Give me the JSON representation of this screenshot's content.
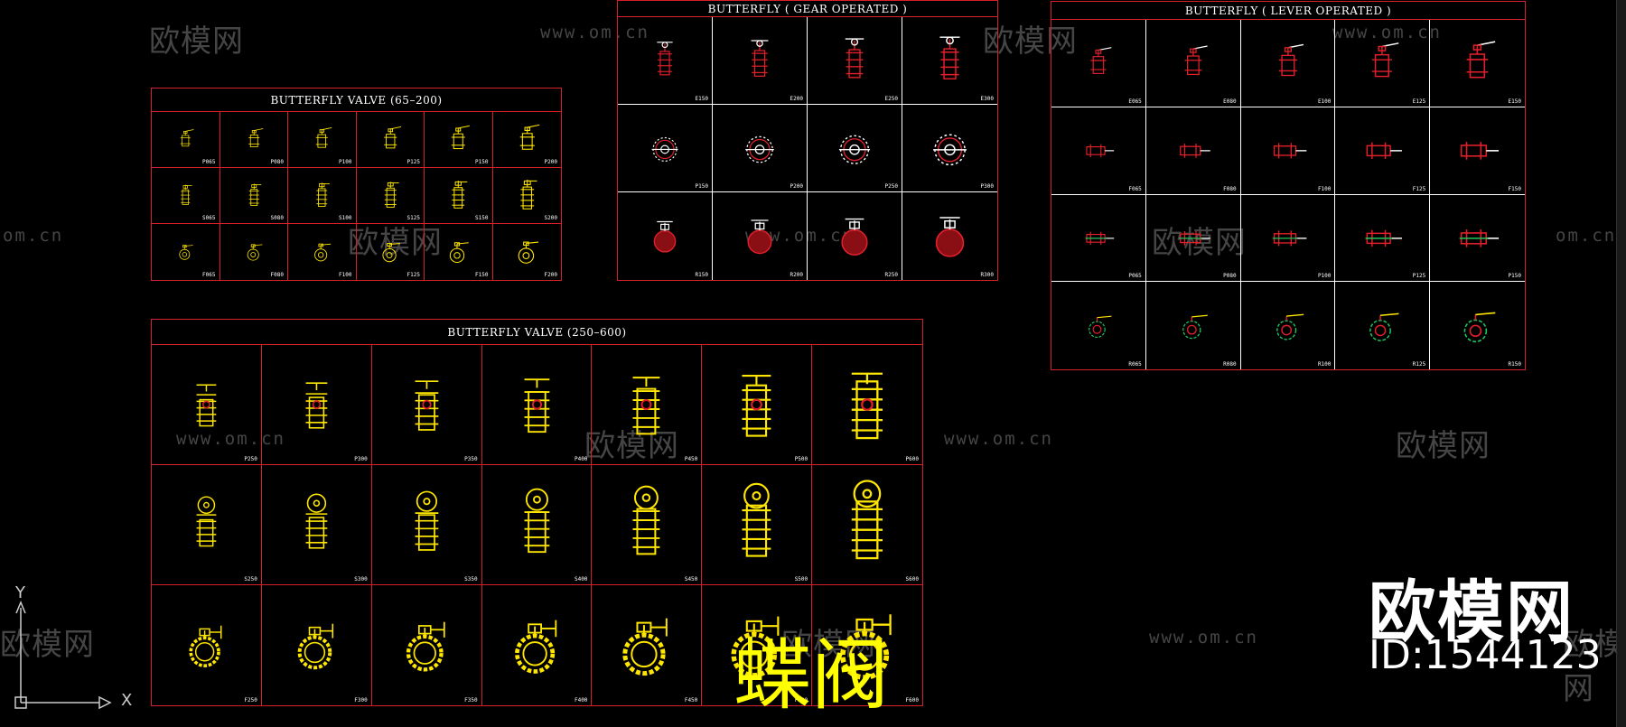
{
  "colors": {
    "background": "#000000",
    "frame": "#d8202a",
    "yellow_symbol": "#ffe600",
    "red_symbol": "#e0202a",
    "white_line": "#ffffff",
    "watermark": "#7f7f7f"
  },
  "grids": {
    "bv_small": {
      "title": "BUTTERFLY VALVE (65–200)",
      "rows": 3,
      "cols": 6,
      "color": "yellow",
      "row_styles": [
        "lever",
        "vertical",
        "round"
      ],
      "tags": [
        "P065",
        "P080",
        "P100",
        "P125",
        "P150",
        "P200",
        "S065",
        "S080",
        "S100",
        "S125",
        "S150",
        "S200",
        "F065",
        "F080",
        "F100",
        "F125",
        "F150",
        "F200"
      ]
    },
    "gear": {
      "title": "BUTTERFLY ( GEAR OPERATED )",
      "rows": 3,
      "cols": 4,
      "color": "red",
      "row_styles": [
        "vertical-gear",
        "round-gear",
        "disc-gear"
      ],
      "tags": [
        "E150",
        "E200",
        "E250",
        "E300",
        "P150",
        "P200",
        "P250",
        "P300",
        "R150",
        "R200",
        "R250",
        "R300"
      ]
    },
    "lever": {
      "title": "BUTTERFLY ( LEVER OPERATED )",
      "rows": 4,
      "cols": 5,
      "color": "red",
      "row_styles": [
        "vertical-lever",
        "horizontal",
        "horizontal-mixed",
        "round-green"
      ],
      "tags": [
        "E065",
        "E080",
        "E100",
        "E125",
        "E150",
        "F065",
        "F080",
        "F100",
        "F125",
        "F150",
        "P065",
        "P080",
        "P100",
        "P125",
        "P150",
        "R065",
        "R080",
        "R100",
        "R125",
        "R150"
      ]
    },
    "bv_large": {
      "title": "BUTTERFLY VALVE (250–600)",
      "rows": 3,
      "cols": 7,
      "color": "yellow",
      "row_styles": [
        "tall-gear",
        "tall-wheel",
        "ring"
      ],
      "tags": [
        "P250",
        "P300",
        "P350",
        "P400",
        "P450",
        "P500",
        "P600",
        "S250",
        "S300",
        "S350",
        "S400",
        "S450",
        "S500",
        "S600",
        "F250",
        "F300",
        "F350",
        "F400",
        "F450",
        "F500",
        "F600"
      ]
    }
  },
  "watermarks": {
    "cn_text": "欧模网",
    "url_text": "www.om.cn",
    "url_partial": "om.cn"
  },
  "brand": {
    "name": "欧模网",
    "id": "ID:1544123"
  },
  "drawing_label": "蝶阀",
  "ucs": {
    "x_label": "X",
    "y_label": "Y"
  }
}
